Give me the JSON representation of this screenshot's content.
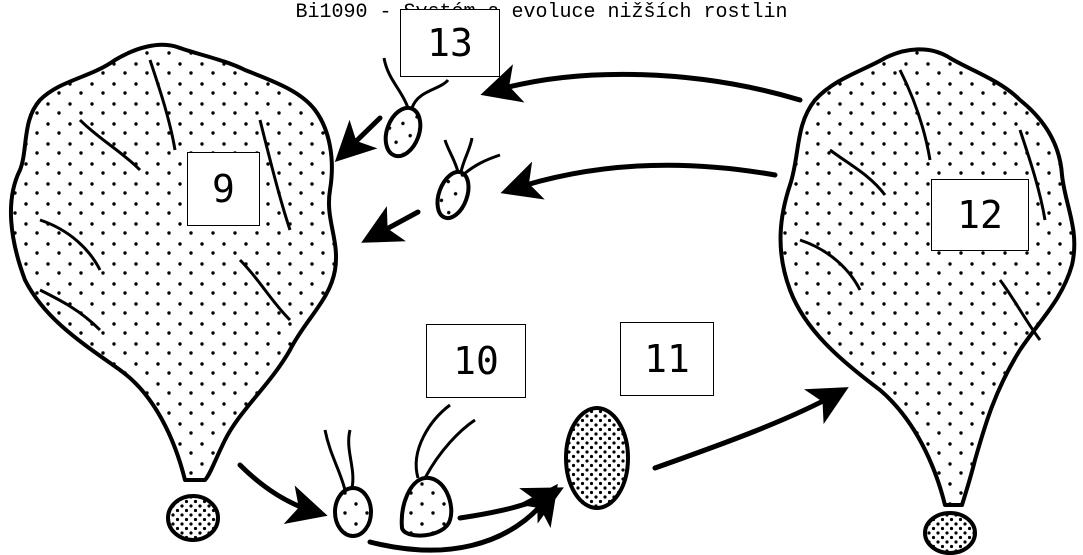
{
  "header": {
    "title": "Bi1090 - Systém a evoluce nižších rostlin"
  },
  "labels": {
    "l9": "9",
    "l10": "10",
    "l11": "11",
    "l12": "12",
    "l13": "13"
  }
}
